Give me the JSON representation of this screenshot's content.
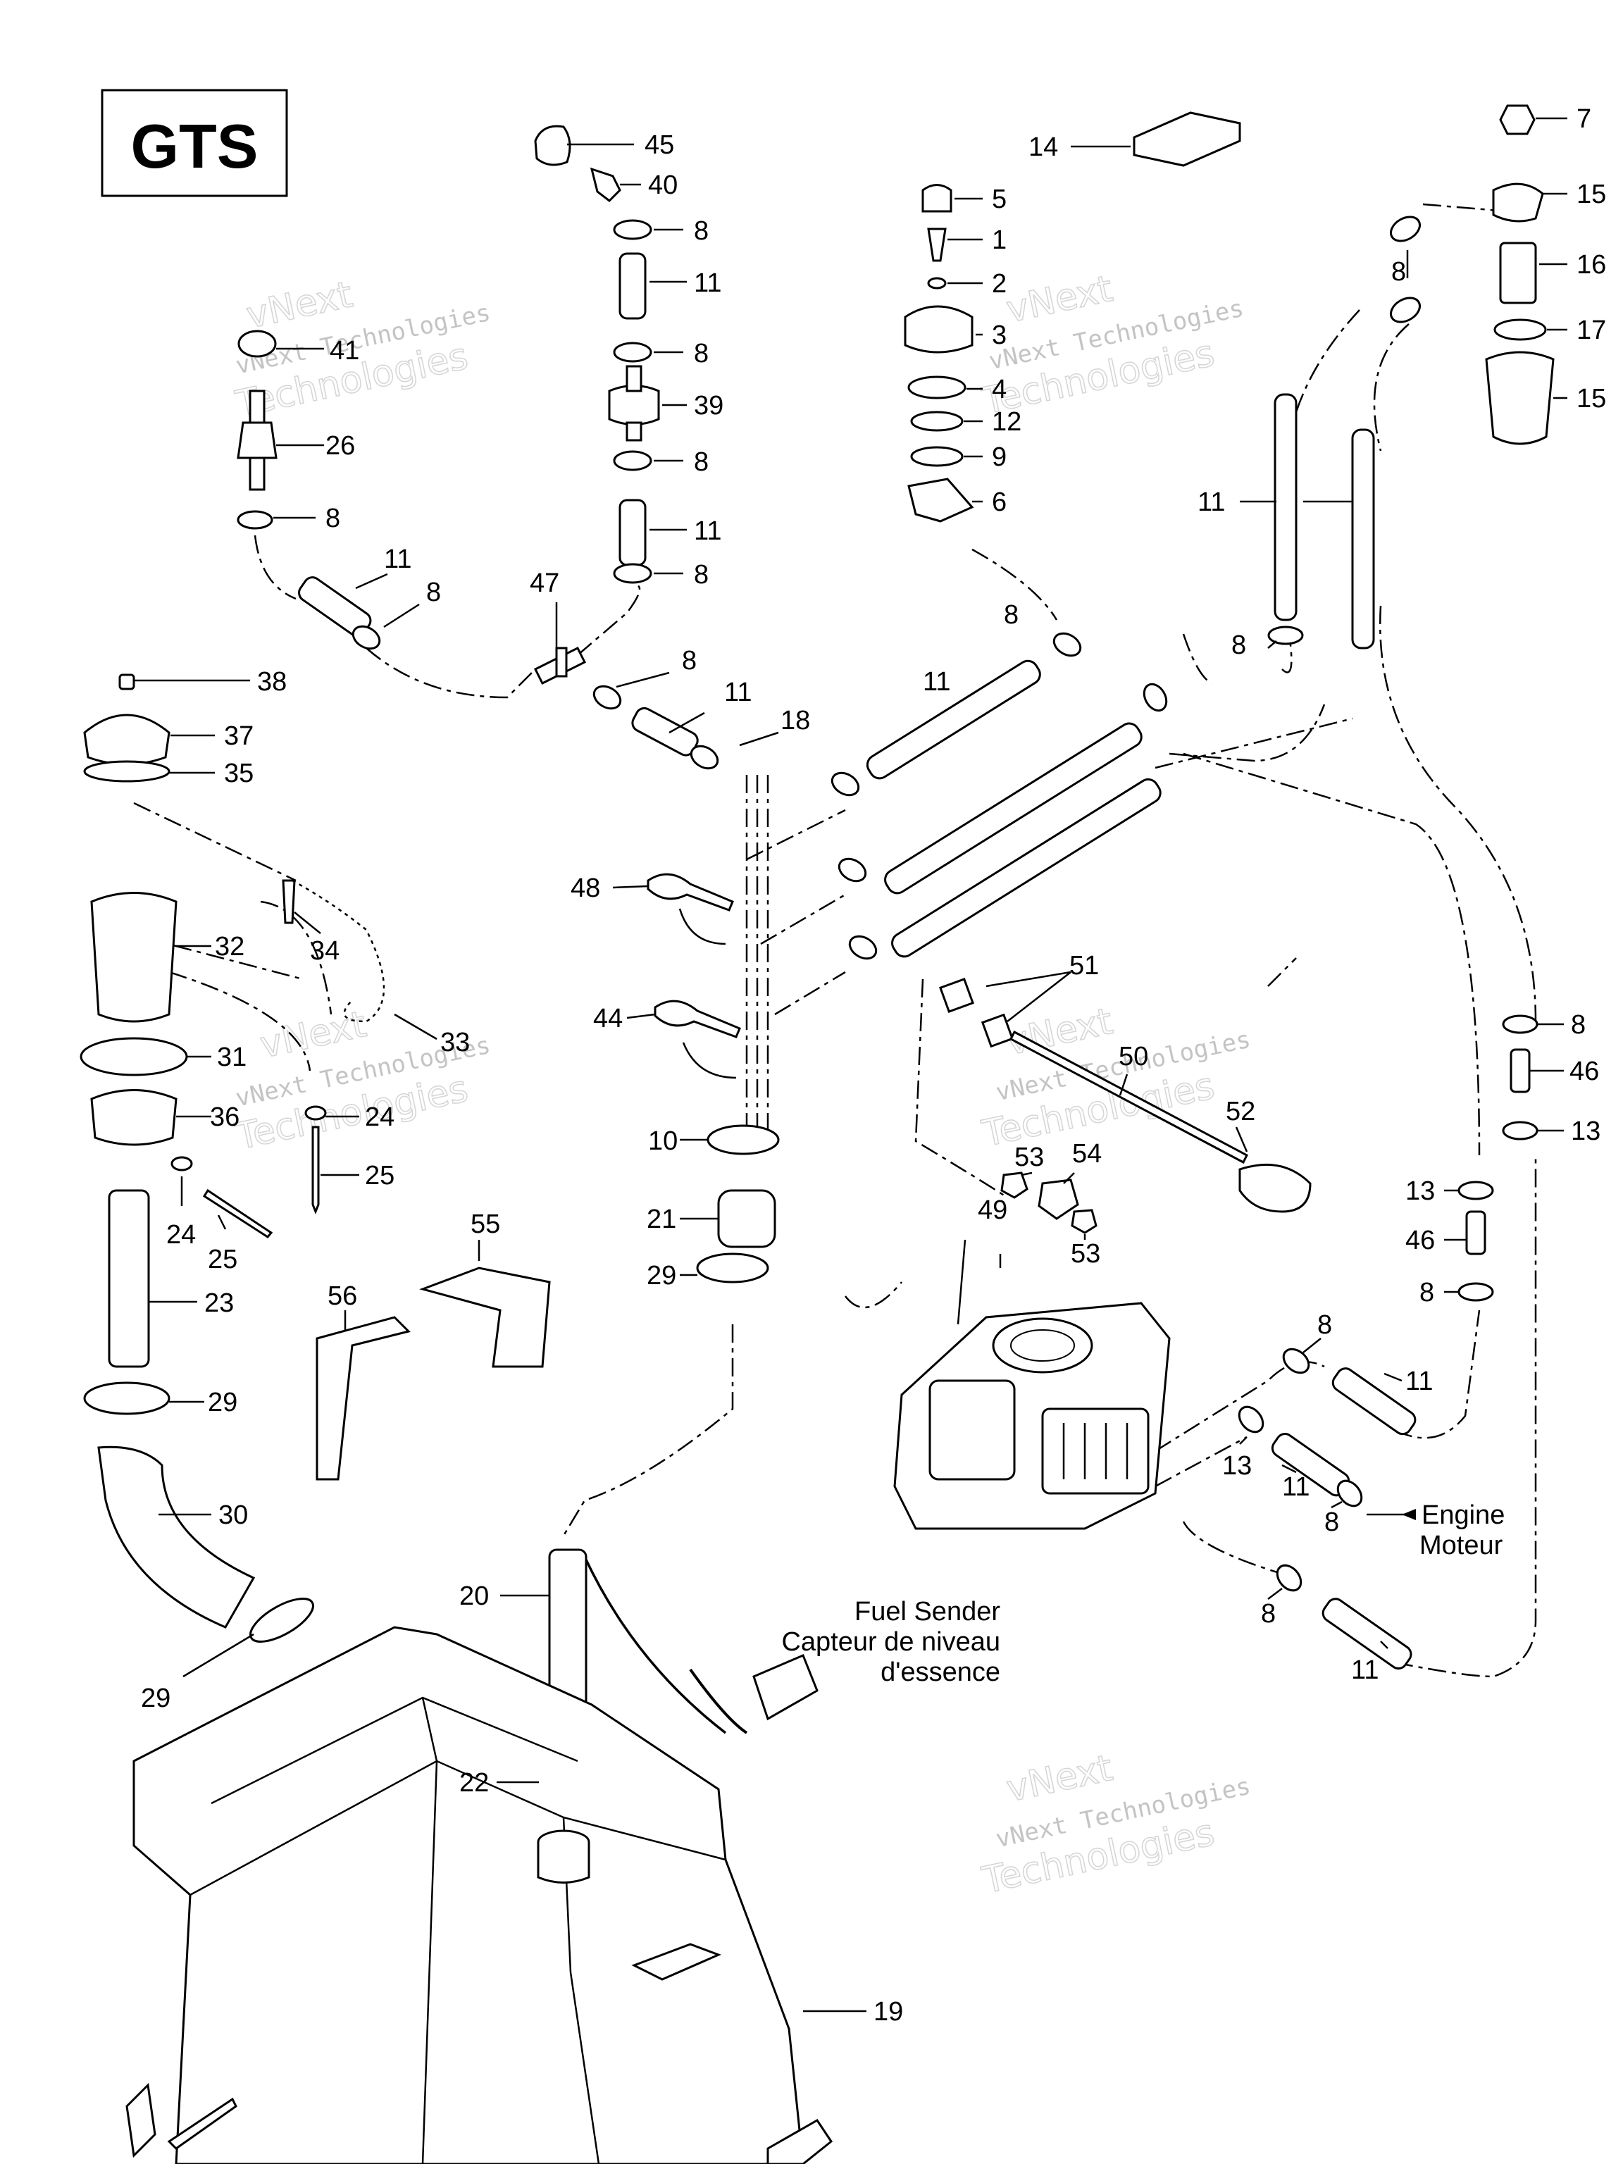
{
  "title": "GTS",
  "watermark": {
    "line1": "vNext",
    "line2": "vNext Technologies",
    "line3": "Technologies"
  },
  "annotations": {
    "fuel_sender_line1": "Fuel Sender",
    "fuel_sender_line2": "Capteur de niveau",
    "fuel_sender_line3": "d'essence",
    "engine_line1": "Engine",
    "engine_line2": "Moteur"
  },
  "callouts": [
    "45",
    "40",
    "8",
    "11",
    "8",
    "39",
    "8",
    "11",
    "8",
    "41",
    "26",
    "8",
    "11",
    "8",
    "47",
    "8",
    "11",
    "18",
    "14",
    "5",
    "1",
    "2",
    "3",
    "4",
    "12",
    "9",
    "6",
    "7",
    "15",
    "8",
    "16",
    "17",
    "15",
    "11",
    "8",
    "8",
    "11",
    "38",
    "37",
    "35",
    "34",
    "32",
    "33",
    "31",
    "36",
    "24",
    "25",
    "24",
    "25",
    "23",
    "29",
    "30",
    "29",
    "48",
    "44",
    "10",
    "21",
    "29",
    "55",
    "56",
    "20",
    "22",
    "19",
    "51",
    "50",
    "52",
    "53",
    "54",
    "53",
    "49",
    "8",
    "46",
    "13",
    "13",
    "46",
    "8",
    "8",
    "11",
    "13",
    "11",
    "8",
    "8",
    "11"
  ]
}
